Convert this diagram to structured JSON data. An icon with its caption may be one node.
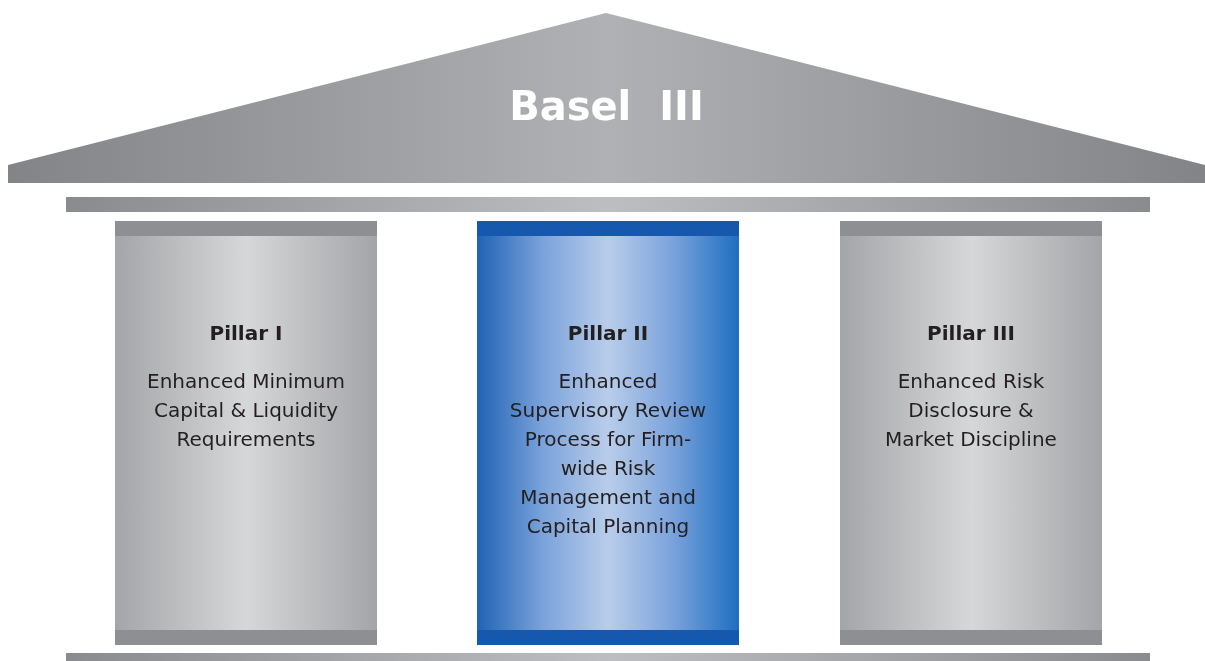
{
  "diagram": {
    "nodes": [
      {
        "text": [
          "Basel  III"
        ]
      },
      {
        "text": [],
        "shape": "bar"
      },
      {
        "text": [
          "Pillar I",
          "Enhanced Minimum Capital & Liquidity Requirements"
        ]
      },
      {
        "text": [
          "Pillar II",
          "Enhanced Supervisory Review Process for Firm-wide Risk Management and Capital Planning"
        ]
      },
      {
        "text": [
          "Pillar III",
          "Enhanced Risk Disclosure & Market Discipline"
        ]
      },
      {
        "text": [],
        "shape": "bar"
      }
    ]
  }
}
